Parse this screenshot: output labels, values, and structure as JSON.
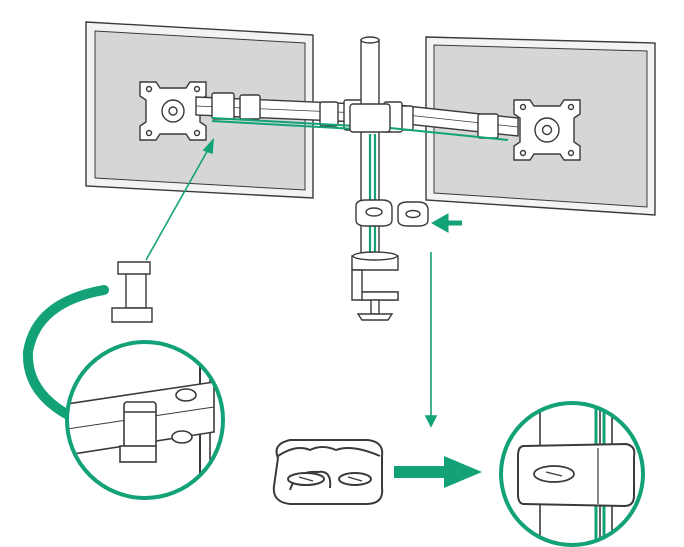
{
  "diagram": {
    "kind": "cable-management-assembly-instructions",
    "text_labels": [],
    "colors": {
      "accent": "#13a277",
      "line": "#3a3a3a",
      "screen": "#d6d6d6",
      "screen_frame": "#f3f3f3",
      "background": "#ffffff"
    },
    "parts": [
      {
        "name": "left-monitor",
        "icon": "monitor-icon"
      },
      {
        "name": "right-monitor",
        "icon": "monitor-icon"
      },
      {
        "name": "vesa-plate-left",
        "icon": "vesa-mount-icon"
      },
      {
        "name": "vesa-plate-right",
        "icon": "vesa-mount-icon"
      },
      {
        "name": "dual-arm",
        "icon": "arm-icon"
      },
      {
        "name": "center-pole",
        "icon": "pole-icon"
      },
      {
        "name": "desk-clamp",
        "icon": "clamp-icon"
      },
      {
        "name": "cable-clip-arm",
        "icon": "clip-icon"
      },
      {
        "name": "cable-clip-pole",
        "icon": "clip-icon"
      },
      {
        "name": "detail-circle-arm-clip",
        "icon": "magnifier-icon"
      },
      {
        "name": "detail-circle-pole-clip",
        "icon": "magnifier-icon"
      }
    ]
  }
}
